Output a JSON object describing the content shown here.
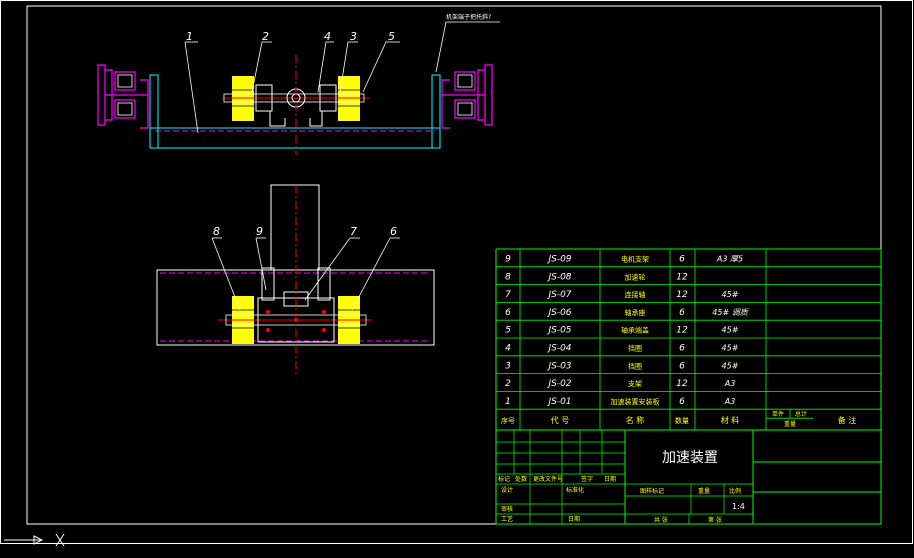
{
  "top_note": "机架端子把托斜?",
  "balloons": {
    "top": [
      "1",
      "2",
      "4",
      "3",
      "5"
    ],
    "bottom": [
      "8",
      "9",
      "7",
      "6"
    ]
  },
  "bom": {
    "rows": [
      {
        "no": "9",
        "code": "JS-09",
        "name": "电机支架",
        "qty": "6",
        "material": "A3 厚5"
      },
      {
        "no": "8",
        "code": "JS-08",
        "name": "加速轮",
        "qty": "12",
        "material": ""
      },
      {
        "no": "7",
        "code": "JS-07",
        "name": "连接轴",
        "qty": "12",
        "material": "45#"
      },
      {
        "no": "6",
        "code": "JS-06",
        "name": "轴承座",
        "qty": "6",
        "material": "45# 调质"
      },
      {
        "no": "5",
        "code": "JS-05",
        "name": "轴承端盖",
        "qty": "12",
        "material": "45#"
      },
      {
        "no": "4",
        "code": "JS-04",
        "name": "挡圈",
        "qty": "6",
        "material": "45#"
      },
      {
        "no": "3",
        "code": "JS-03",
        "name": "挡圈",
        "qty": "6",
        "material": "45#"
      },
      {
        "no": "2",
        "code": "JS-02",
        "name": "支架",
        "qty": "12",
        "material": "A3"
      },
      {
        "no": "1",
        "code": "JS-01",
        "name": "加速装置安装板",
        "qty": "6",
        "material": "A3"
      }
    ],
    "header": {
      "no": "序号",
      "code": "代  号",
      "name": "名  称",
      "qty": "数量",
      "material": "材  料",
      "unit": "单件",
      "total": "总计",
      "weight": "重量",
      "remark": "备  注"
    }
  },
  "title_block": {
    "title": "加速装置",
    "labels": [
      "标记",
      "处数",
      "更改文件号",
      "签字",
      "日期",
      "设计",
      "标准化",
      "图样标记",
      "重量",
      "比例",
      "审核",
      "工艺",
      "日期",
      "共  张",
      "第  张"
    ],
    "scale": "1:4"
  },
  "colors": {
    "frame": "#00ff00",
    "yellow": "#ffff00",
    "cyan": "#00ffff",
    "magenta": "#ff00ff",
    "red": "#ff0000",
    "white": "#ffffff"
  }
}
